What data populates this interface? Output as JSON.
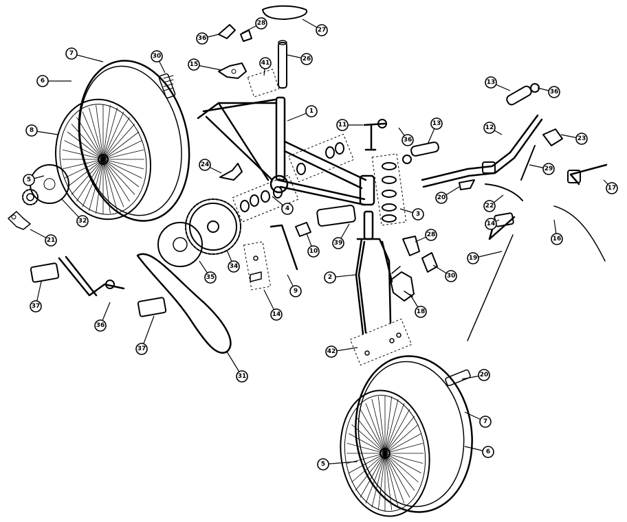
{
  "labels": [
    "27",
    "36",
    "28",
    "26",
    "15",
    "41",
    "7",
    "6",
    "30",
    "1",
    "11",
    "36",
    "13",
    "13",
    "36",
    "12",
    "23",
    "8",
    "24",
    "29",
    "17",
    "5",
    "20",
    "22",
    "32",
    "4",
    "3",
    "21",
    "28",
    "14",
    "16",
    "10",
    "39",
    "9",
    "2",
    "19",
    "30",
    "18",
    "35",
    "34",
    "37",
    "14",
    "36",
    "37",
    "31",
    "42",
    "20",
    "7",
    "6",
    "5"
  ]
}
